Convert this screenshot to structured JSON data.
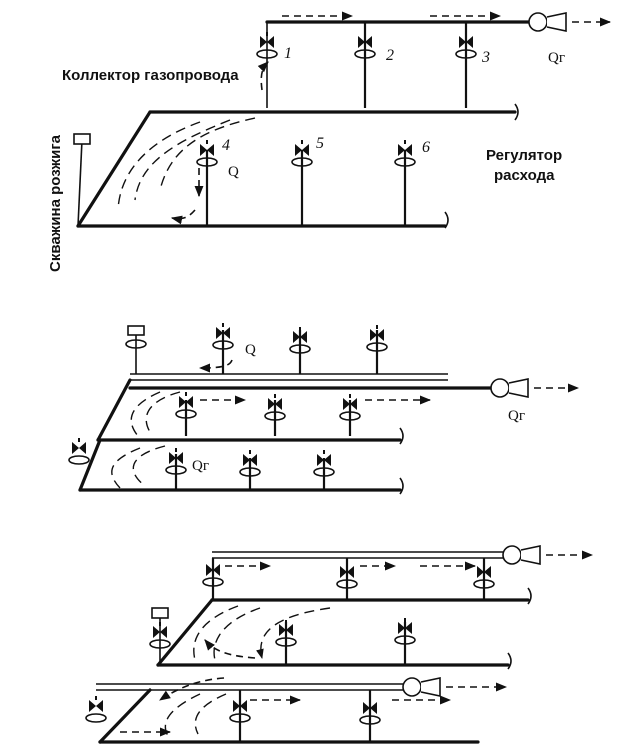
{
  "diagram_1": {
    "collector_label": "Коллектор газопровода",
    "well_label": "Скважина розжига",
    "regulator_label_line1": "Регулятор",
    "regulator_label_line2": "расхода",
    "q_label": "Q",
    "qg_label": "Qг",
    "valve_numbers": [
      "1",
      "2",
      "3",
      "4",
      "5",
      "6"
    ]
  },
  "diagram_2": {
    "q_label": "Q",
    "qg_label_right": "Qг",
    "qg_label_lower": "Qг"
  },
  "diagram_3": {}
}
